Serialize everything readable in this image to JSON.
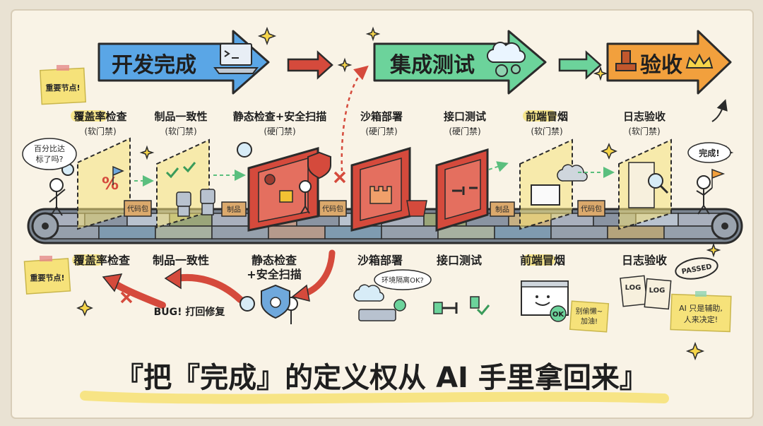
{
  "stages_top": [
    {
      "label": "开发完成",
      "color": "#5aa6e6"
    },
    {
      "label": "集成测试",
      "color": "#6cd39b"
    },
    {
      "label": "验收",
      "color": "#f2a03d"
    }
  ],
  "gates": [
    {
      "title": "覆盖率检查",
      "type": "(软门禁)",
      "bottom_label": "覆盖率检查"
    },
    {
      "title": "制品一致性",
      "type": "(软门禁)",
      "bottom_label": "制品一致性"
    },
    {
      "title": "静态检查+安全扫描",
      "type": "(硬门禁)",
      "bottom_label_1": "静态检查",
      "bottom_label_2": "+安全扫描"
    },
    {
      "title": "沙箱部署",
      "type": "(硬门禁)",
      "bottom_label": "沙箱部署"
    },
    {
      "title": "接口测试",
      "type": "(硬门禁)",
      "bottom_label": "接口测试"
    },
    {
      "title": "前端冒烟",
      "type": "(软门禁)",
      "bottom_label": "前端冒烟"
    },
    {
      "title": "日志验收",
      "type": "(软门禁)",
      "bottom_label": "日志验收"
    }
  ],
  "notes": {
    "important_top": "重要节点!",
    "important_bottom": "重要节点!",
    "coverage_q_1": "百分比达",
    "coverage_q_2": "标了吗?",
    "done": "完成!",
    "bug": "BUG! 打回修复",
    "sandbox_bubble": "环境隔离OK?",
    "lazy_1": "别偷懒~",
    "lazy_2": "加油!",
    "ai_note_1": "AI 只是辅助,",
    "ai_note_2": "人来决定!",
    "passed_stamp": "PASSED",
    "log_1": "LOG",
    "log_2": "LOG",
    "ok": "OK"
  },
  "boxes": {
    "code_pkg": "代码包",
    "artifact": "制品"
  },
  "headline": "『把『完成』的定义权从 AI 手里拿回来』",
  "colors": {
    "blue": "#5aa6e6",
    "green": "#6cd39b",
    "orange": "#f2a03d",
    "red": "#d54a3c",
    "yellow": "#f6e27a",
    "ink": "#2b2b2b"
  }
}
